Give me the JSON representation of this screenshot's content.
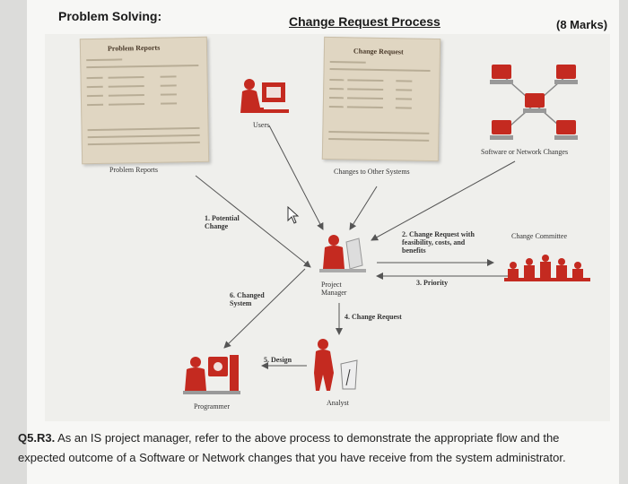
{
  "header": {
    "left": "Problem Solving:",
    "center": "Change Request Process",
    "right": "(8 Marks)"
  },
  "diagram": {
    "problem_reports_title": "Problem Reports",
    "problem_reports_caption": "Problem Reports",
    "change_request_title": "Change Request",
    "users_label": "Users",
    "changes_other_systems": "Changes to Other Systems",
    "software_network_changes": "Software or Network Changes",
    "potential_change": "1. Potential Change",
    "change_request_feasibility": "2. Change Request with feasibility, costs, and benefits",
    "change_committee": "Change Committee",
    "priority": "3. Priority",
    "project_manager": "Project Manager",
    "change_request_step": "4. Change Request",
    "changed_system": "6. Changed System",
    "design": "5. Design",
    "programmer": "Programmer",
    "analyst": "Analyst"
  },
  "question": {
    "id": "Q5.R3.",
    "text": " As an IS project manager, refer to the above process to demonstrate the appropriate flow and the expected outcome of a Software or Network changes that you have receive from the system administrator."
  },
  "colors": {
    "figure_red": "#c42a20",
    "paper": "#e0d6c2"
  }
}
